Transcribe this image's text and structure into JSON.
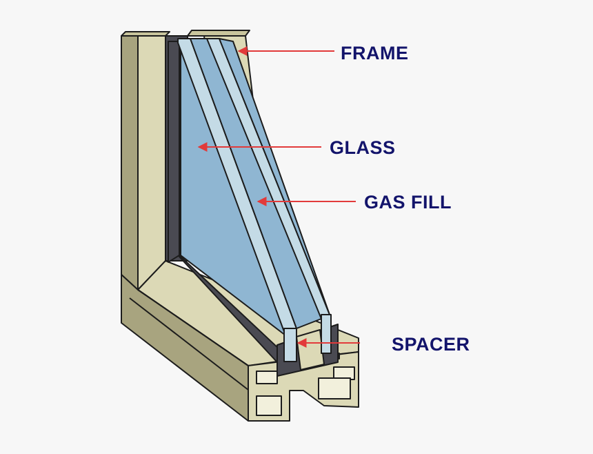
{
  "labels": {
    "frame": "FRAME",
    "glass": "GLASS",
    "gas_fill": "GAS FILL",
    "spacer": "SPACER"
  },
  "colors": {
    "background": "#f7f7f7",
    "frame_light": "#dcd9b6",
    "frame_mid": "#c9c59d",
    "frame_dark": "#a8a47f",
    "outline": "#1c1c1c",
    "glass_fill": "#8fb6d2",
    "glass_edge": "#c4dbe6",
    "spacer_dark": "#4a4a52",
    "arrow": "#e23a3a",
    "label": "#13146b"
  }
}
